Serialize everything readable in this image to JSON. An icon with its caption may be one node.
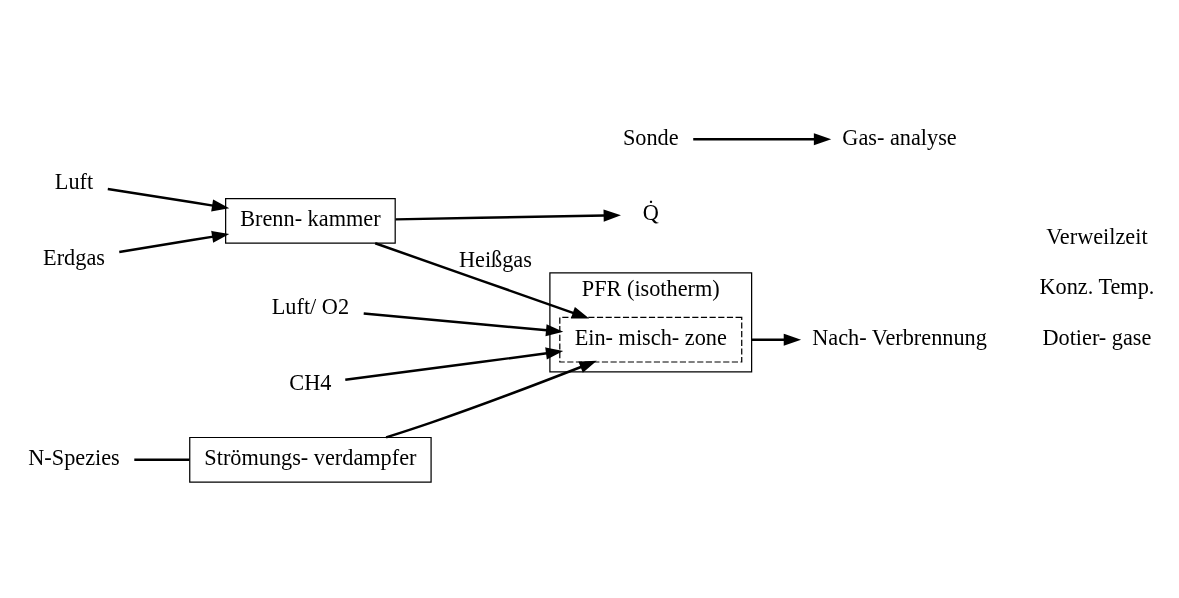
{
  "diagram": {
    "nodes": [
      {
        "text": [
          "Erdgas"
        ]
      },
      {
        "text": [
          "Luft"
        ]
      },
      {
        "text": [
          "Brenn- kammer"
        ]
      },
      {
        "text": [
          "Q̇"
        ]
      },
      {
        "text": [
          "PFR (isotherm)"
        ]
      },
      {
        "text": [
          "Ein- misch- zone"
        ],
        "in": 4
      },
      {
        "text": [
          "Nach- Verbrennung"
        ]
      },
      {
        "text": [
          "Sonde"
        ]
      },
      {
        "text": [
          "Gas- analyse"
        ]
      },
      {
        "text": [
          "CH4"
        ]
      },
      {
        "text": [
          "N-Spezies"
        ]
      },
      {
        "text": [
          "Strömungs- verdampfer"
        ]
      },
      {
        "text": [
          "Luft/ O2"
        ]
      }
    ],
    "edges": [
      {
        "from": 0,
        "to": 2,
        "arrow": "to"
      },
      {
        "from": 1,
        "to": 2,
        "arrow": "to"
      },
      {
        "from": 2,
        "to": 3,
        "arrow": "to"
      },
      {
        "from": 2,
        "to": 5,
        "arrow": "to",
        "label": "Heißgas"
      },
      {
        "from": 9,
        "to": 5,
        "arrow": "to"
      },
      {
        "from": 10,
        "to": 11,
        "arrow": "none"
      },
      {
        "from": 11,
        "to": 5,
        "arrow": "to"
      },
      {
        "from": 12,
        "to": 5,
        "arrow": "to"
      },
      {
        "from": 4,
        "to": 6,
        "arrow": "to"
      },
      {
        "from": 7,
        "to": 8,
        "arrow": "to"
      }
    ],
    "labels": [
      "Dotier- gase",
      "Konz. Temp.",
      "Verweilzeit"
    ]
  }
}
